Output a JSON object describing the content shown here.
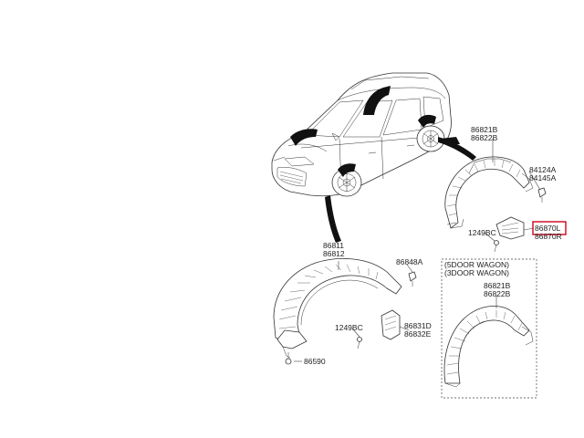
{
  "labels": {
    "rear_upper": "86821B",
    "rear_upper2": "86822B",
    "fastener_a": "84124A",
    "fastener_b": "84145A",
    "rear_guard_l": "86870L",
    "rear_guard_r": "86870R",
    "screw_rear": "1249BC",
    "front_main": "86811",
    "front_main2": "86812",
    "front_clip": "86848A",
    "screw_front": "1249BC",
    "front_guard_d": "86831D",
    "front_guard_e": "86832E",
    "bottom_clip": "86590",
    "wagon_line1": "(5DOOR WAGON)",
    "wagon_line2": "(3DOOR WAGON)",
    "wagon_part1": "86821B",
    "wagon_part2": "86822B"
  },
  "highlight_color": "#d0021b"
}
